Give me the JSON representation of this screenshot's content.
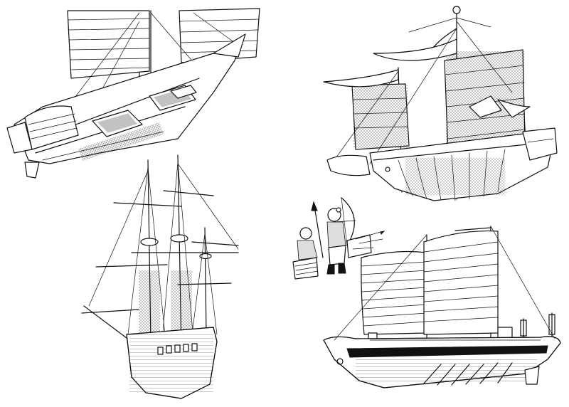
{
  "plate": {
    "background": "#ffffff",
    "ink_color": "#111111",
    "drawings": [
      {
        "id": "junk-cargo-ship",
        "depicts": "junk-with-cargo-holds-icon"
      },
      {
        "id": "chinese-junk-with-flags",
        "depicts": "junk-with-pennants-icon"
      },
      {
        "id": "european-galleon",
        "depicts": "three-masted-galleon-icon"
      },
      {
        "id": "archers-figures",
        "depicts": "archer-and-soldier-icon"
      },
      {
        "id": "junk-side-view",
        "depicts": "junk-side-profile-icon"
      }
    ]
  }
}
